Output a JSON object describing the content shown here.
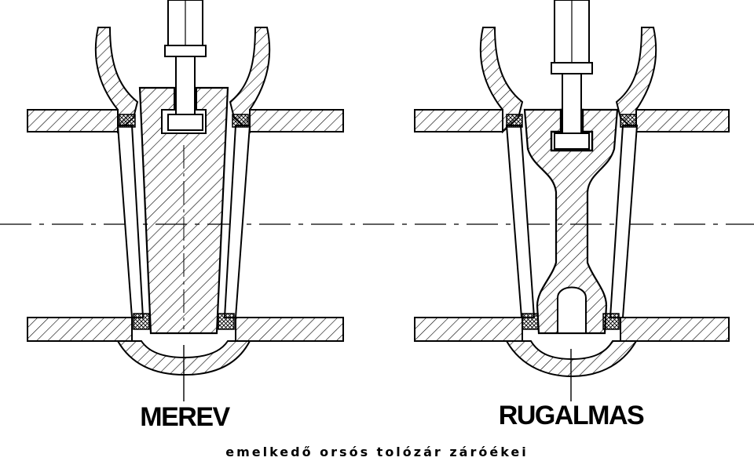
{
  "diagram": {
    "left_label": "MEREV",
    "right_label": "RUGALMAS",
    "caption": "emelkedő orsós tolózár zárόékei"
  },
  "colors": {
    "ink": "#000000",
    "background": "#ffffff"
  }
}
